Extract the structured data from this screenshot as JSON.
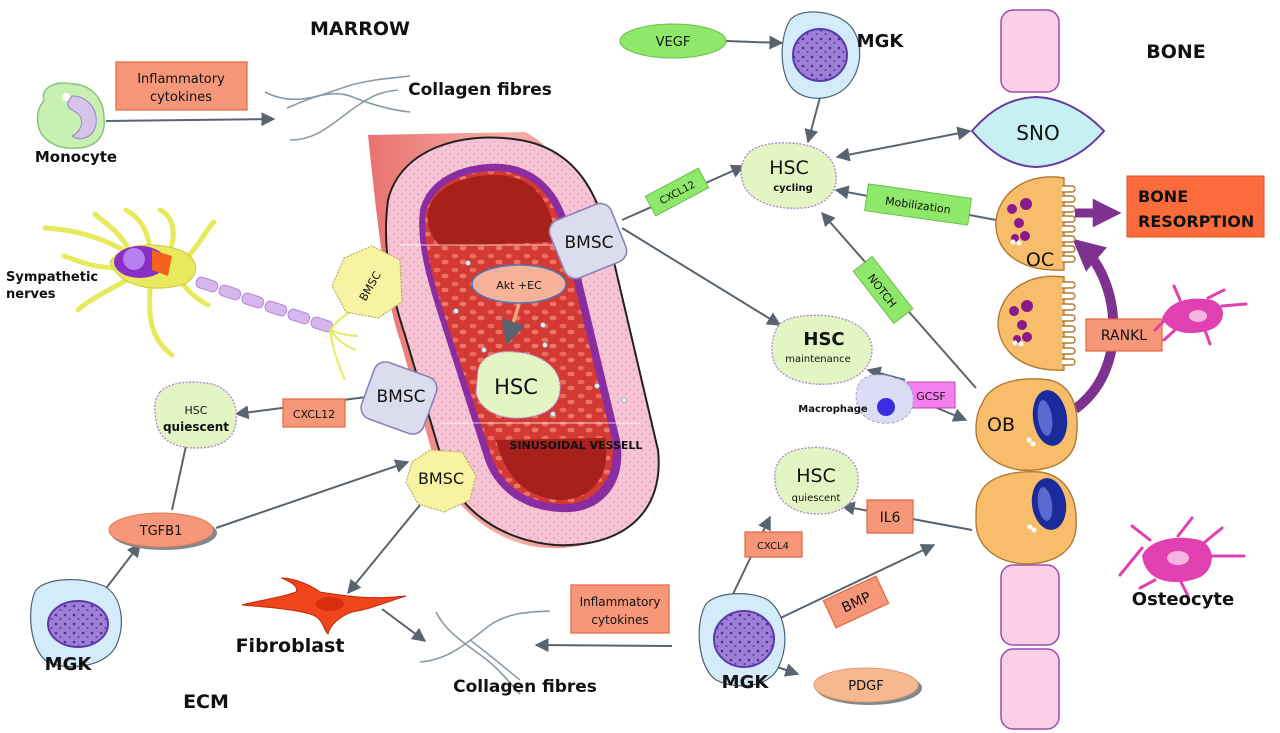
{
  "regions": {
    "marrow": "MARROW",
    "bone": "BONE",
    "ecm": "ECM"
  },
  "cells": {
    "monocyte": "Monocyte",
    "sympathetic_nerves_line1": "Sympathetic",
    "sympathetic_nerves_line2": "nerves",
    "mgk_top": "MGK",
    "mgk_bottom_left": "MGK",
    "mgk_bottom_center": "MGK",
    "fibroblast": "Fibroblast",
    "macrophage": "Macrophage",
    "osteocyte": "Osteocyte",
    "sno": "SNO",
    "oc": "OC",
    "ob": "OB"
  },
  "bmsc": {
    "nerve_bmsc": "BMSC",
    "left_bmsc": "BMSC",
    "bottom_bmsc": "BMSC",
    "right_bmsc": "BMSC"
  },
  "hsc": {
    "vessel_hsc": "HSC",
    "cycling_title": "HSC",
    "cycling_sub": "cycling",
    "maintenance_title": "HSC",
    "maintenance_sub": "maintenance",
    "quiescent_left_title": "HSC",
    "quiescent_left_sub": "quiescent",
    "quiescent_right_title": "HSC",
    "quiescent_right_sub": "quiescent"
  },
  "signals": {
    "inflammatory_top_line1": "Inflammatory",
    "inflammatory_top_line2": "cytokines",
    "inflammatory_bottom_line1": "Inflammatory",
    "inflammatory_bottom_line2": "cytokines",
    "vegf": "VEGF",
    "cxcl12_top": "CXCL12",
    "cxcl12_left": "CXCL12",
    "mobilization": "Mobilization",
    "notch": "NOTCH",
    "rankl": "RANKL",
    "gcsf": "GCSF",
    "il6": "IL6",
    "cxcl4": "CXCL4",
    "bmp": "BMP",
    "pdgf": "PDGF",
    "tgfb1": "TGFB1",
    "akt_ec": "Akt +EC"
  },
  "labels": {
    "collagen_top": "Collagen fibres",
    "collagen_bottom": "Collagen fibres",
    "vessel": "SINUSOIDAL  VESSELL",
    "bone_resorption_line1": "BONE",
    "bone_resorption_line2": "RESORPTION"
  },
  "colors": {
    "salmon_box": "#f7977a",
    "green_box": "#8ee86a",
    "hsc_fill": "#e4f5c4",
    "bmsc_lavender": "#dcdcef",
    "bmsc_yellow": "#f7f3a2",
    "bone_resorption": "#fb6b3c",
    "gcsf_pink": "#f480f0",
    "sno_cyan": "#c7f0f2",
    "osteoblast_orange": "#f8bd6b",
    "bone_pink": "#fbd0e6",
    "arrow_purple": "#7e3290"
  }
}
